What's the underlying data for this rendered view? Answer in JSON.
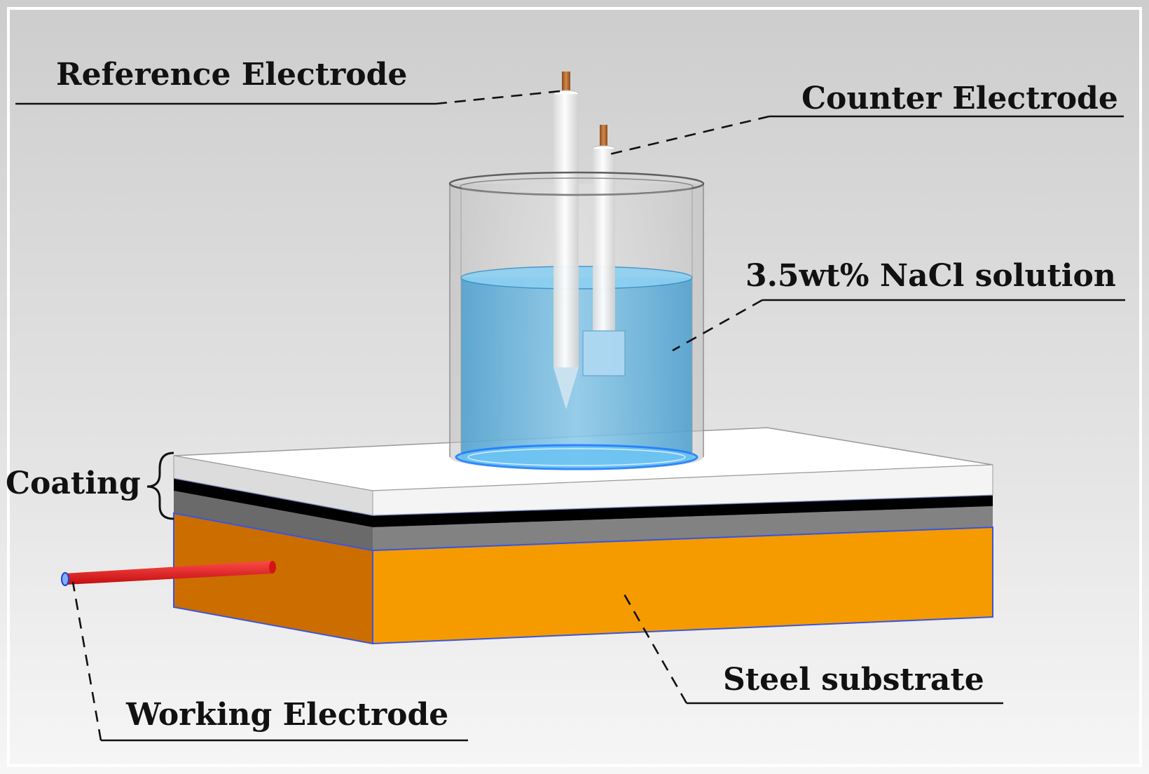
{
  "labels": {
    "reference_electrode": "Reference Electrode",
    "counter_electrode": "Counter Electrode",
    "solution": "3.5wt% NaCl solution",
    "coating": "Coating",
    "steel_substrate": "Steel substrate",
    "working_electrode": "Working Electrode"
  },
  "colors": {
    "background_top": "#cfcfcf",
    "background_bottom": "#f4f4f4",
    "solution": "#5fb3e0",
    "steel_substrate": "#f59b00",
    "steel_substrate_side": "#cc6d00",
    "coating_top": "#ffffff",
    "coating_black_layer": "#000000",
    "coating_gray_layer": "#7a7a7a",
    "electrode_tip": "#b8672a",
    "working_electrode_rod": "#e31b1b"
  }
}
